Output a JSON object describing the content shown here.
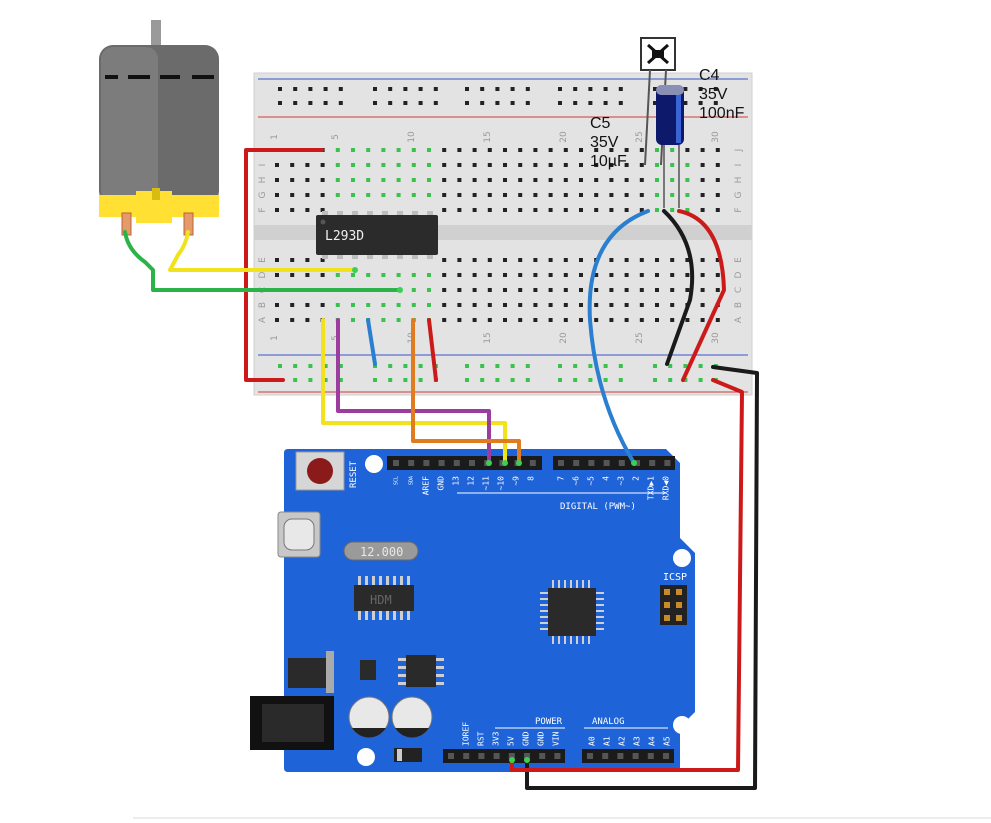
{
  "breadboard": {
    "column_numbers": [
      "1",
      "5",
      "10",
      "15",
      "20",
      "25",
      "30"
    ],
    "row_letters_top": [
      "J",
      "I",
      "H",
      "G",
      "F"
    ],
    "row_letters_bottom": [
      "E",
      "D",
      "C",
      "B",
      "A"
    ]
  },
  "chip": {
    "label": "L293D"
  },
  "capacitor_c4": {
    "name": "C4",
    "voltage": "35V",
    "value": "100nF"
  },
  "capacitor_c5": {
    "name": "C5",
    "voltage": "35V",
    "value": "10µF"
  },
  "arduino": {
    "reset_label": "RESET",
    "digital_label": "DIGITAL (PWM~)",
    "crystal_label": "12.000",
    "chip_marking": "HDM",
    "icsp_label": "ICSP",
    "power_label": "POWER",
    "analog_label": "ANALOG",
    "top_pins": [
      "SCL",
      "SDA",
      "AREF",
      "GND",
      "13",
      "12",
      "~11",
      "~10",
      "~9",
      "8",
      "7",
      "~6",
      "~5",
      "4",
      "~3",
      "2",
      "TXD▶1",
      "RXD◀0"
    ],
    "bottom_pins": [
      "IOREF",
      "RST",
      "3V3",
      "5V",
      "GND",
      "GND",
      "VIN",
      "A0",
      "A1",
      "A2",
      "A3",
      "A4",
      "A5"
    ]
  },
  "wire_colors": {
    "red": "#cc1a1a",
    "black": "#1a1a1a",
    "yellow": "#f2e21b",
    "green": "#2bb34a",
    "purple": "#9b3d9f",
    "blue": "#2a7fd0",
    "orange": "#e07b1f"
  },
  "board_color": "#1e63d8",
  "breadboard_color": "#e6e6e6",
  "motor_label_color": "#ffe033"
}
